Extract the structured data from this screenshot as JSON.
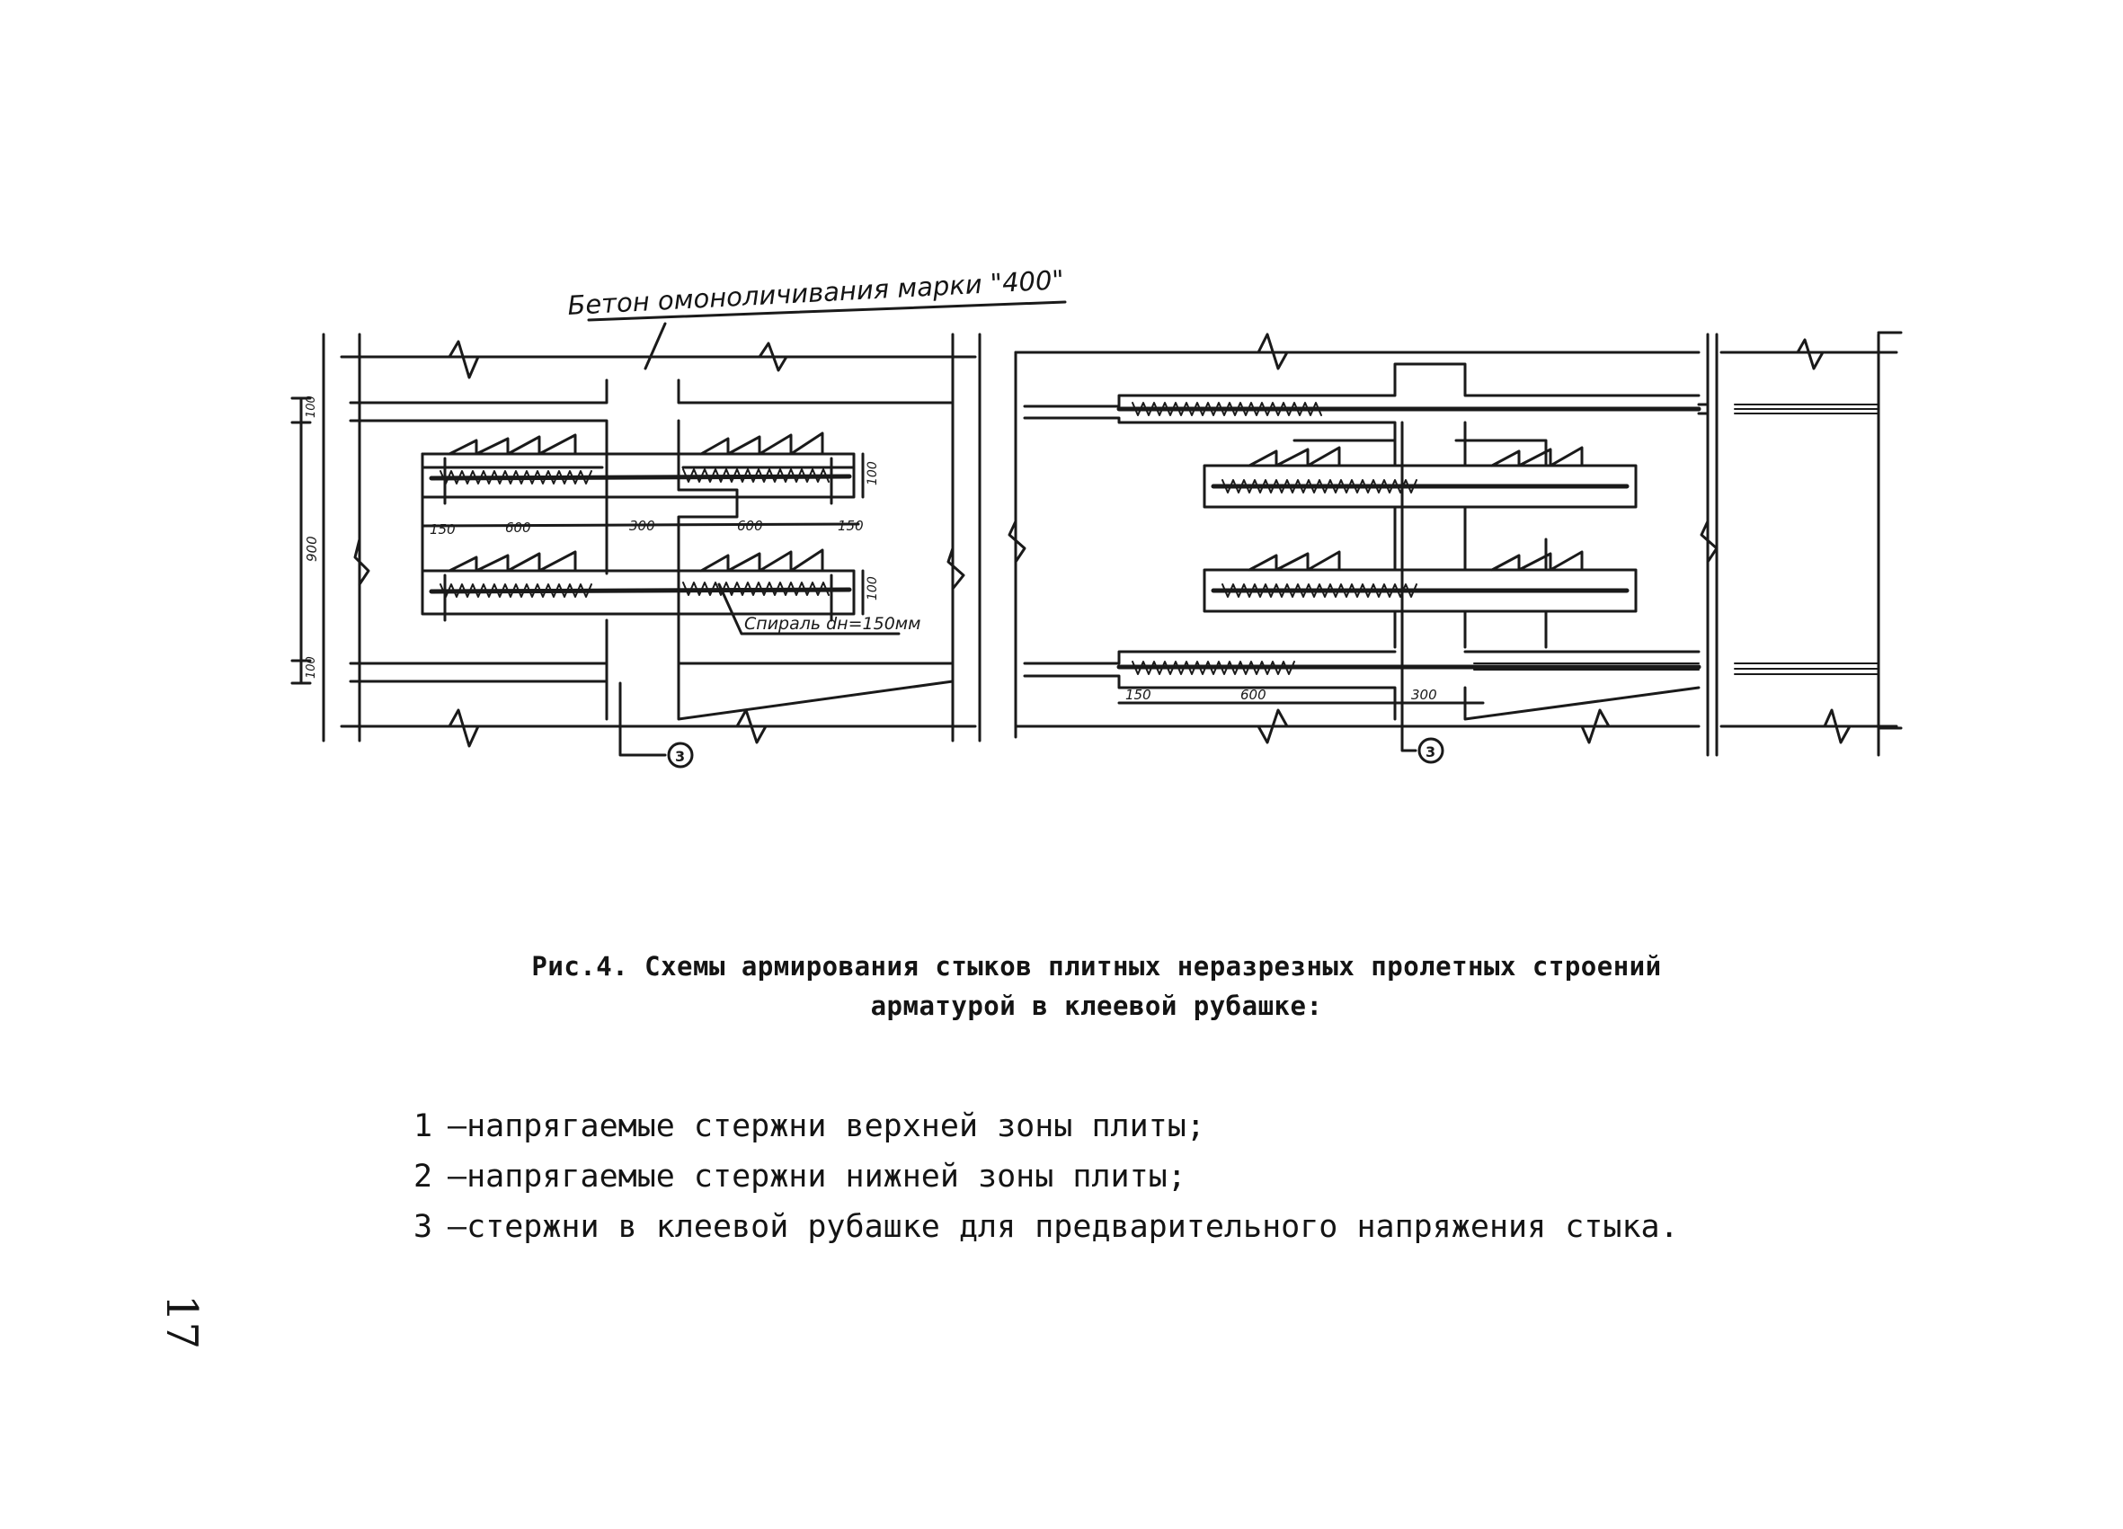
{
  "drawing": {
    "note_label": "Бетон омоноличивания марки \"400\"",
    "spiral_label": "Спираль dн=150мм",
    "dim_left_top": "600",
    "dim_left_mid": "300",
    "dim_left_right": "600",
    "dim_small_a": "150",
    "dim_small_b": "150",
    "dim_vertical_top": "100",
    "dim_vertical_bottom": "100",
    "dim_side_total": "900",
    "dim_side_top": "100",
    "dim_side_bottom": "100",
    "dim_right_a": "150",
    "dim_right_b": "600",
    "dim_right_c": "300",
    "marker_left": "3",
    "marker_right": "3"
  },
  "caption": {
    "line1": "Рис.4. Схемы армирования стыков плитных неразрезных пролетных строений",
    "line2": "арматурой в клеевой рубашке:"
  },
  "legend": [
    {
      "num": "1",
      "text": "–напрягаемые стержни верхней зоны плиты;"
    },
    {
      "num": "2",
      "text": "–напрягаемые стержни нижней зоны плиты;"
    },
    {
      "num": "3",
      "text": "–стержни в клеевой рубашке для предварительного напряжения стыка."
    }
  ],
  "page_number": "17"
}
